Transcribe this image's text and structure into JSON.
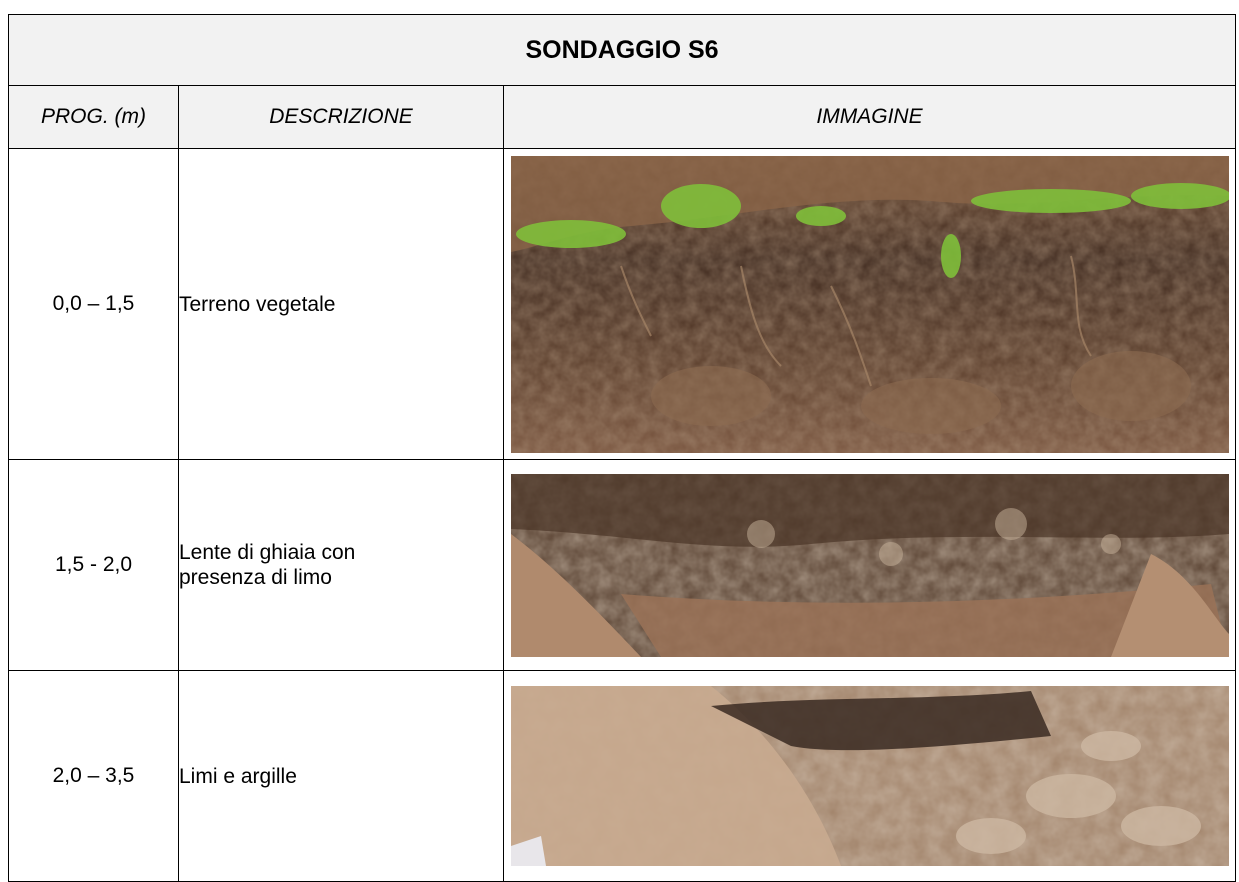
{
  "title": "SONDAGGIO S6",
  "headers": {
    "prog": "PROG. (m)",
    "descrizione": "DESCRIZIONE",
    "immagine": "IMMAGINE"
  },
  "rows": [
    {
      "prog": "0,0 – 1,5",
      "descrizione": "Terreno vegetale",
      "image": "soil-photo-topsoil"
    },
    {
      "prog": "1,5 - 2,0",
      "descrizione": "Lente di ghiaia con presenza di limo",
      "image": "soil-photo-gravel-lens"
    },
    {
      "prog": "2,0 – 3,5",
      "descrizione": "Limi e argille",
      "image": "soil-photo-silt-clay"
    }
  ],
  "colors": {
    "header_bg": "#f2f2f2",
    "border": "#000000"
  }
}
